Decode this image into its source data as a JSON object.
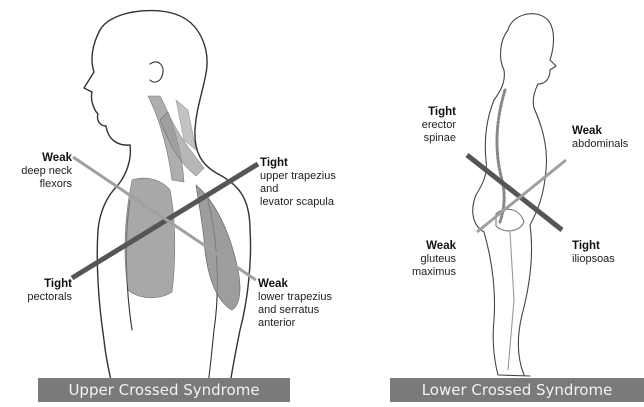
{
  "upper": {
    "banner": "Upper Crossed Syndrome",
    "weak_neck": {
      "status": "Weak",
      "line1": "deep neck",
      "line2": "flexors"
    },
    "tight_trap": {
      "status": "Tight",
      "line1": "upper trapezius",
      "line2": "and",
      "line3": "levator scapula"
    },
    "tight_pec": {
      "status": "Tight",
      "line1": "pectorals"
    },
    "weak_lower": {
      "status": "Weak",
      "line1": "lower trapezius",
      "line2": "and serratus",
      "line3": "anterior"
    }
  },
  "lower": {
    "banner": "Lower Crossed Syndrome",
    "tight_erector": {
      "status": "Tight",
      "line1": "erector",
      "line2": "spinae"
    },
    "weak_abd": {
      "status": "Weak",
      "line1": "abdominals"
    },
    "weak_glute": {
      "status": "Weak",
      "line1": "gluteus",
      "line2": "maximus"
    },
    "tight_ilio": {
      "status": "Tight",
      "line1": "iliopsoas"
    }
  },
  "colors": {
    "tight_line": "#555555",
    "weak_line": "#a0a0a0",
    "muscle": "#8c8c8c",
    "banner": "#7a7a7a"
  }
}
